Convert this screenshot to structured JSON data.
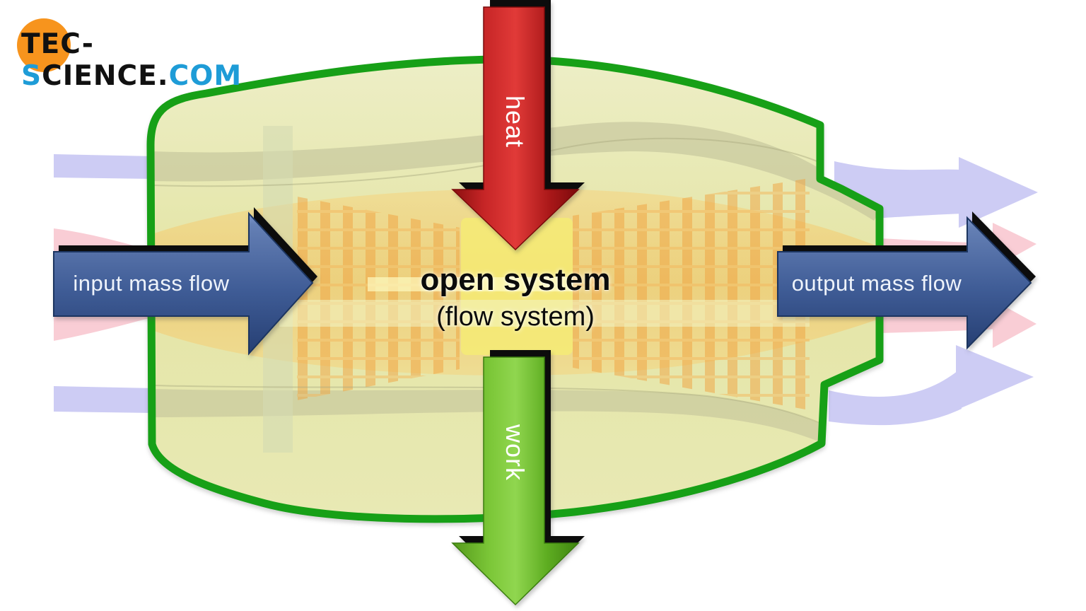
{
  "logo": {
    "part_black_1": "TEC-",
    "part_blue_s": "S",
    "part_black_2": "CIENCE",
    "part_dot": ".",
    "part_blue_tld": "COM",
    "circle_color": "#f7941d",
    "blue_color": "#1e9cd7"
  },
  "title": {
    "main": "open system",
    "sub": "(flow system)"
  },
  "arrows": {
    "heat": {
      "label": "heat",
      "color": "#c8201f"
    },
    "work": {
      "label": "work",
      "color": "#69bc2b"
    },
    "input_mass_flow": {
      "label": "input mass flow",
      "color": "#41619e"
    },
    "output_mass_flow": {
      "label": "output mass flow",
      "color": "#41619e"
    }
  },
  "system_boundary": {
    "color": "#17a017"
  },
  "flows": {
    "bypass_color": "#cdccf4",
    "exhaust_color": "#f9cdd5"
  }
}
